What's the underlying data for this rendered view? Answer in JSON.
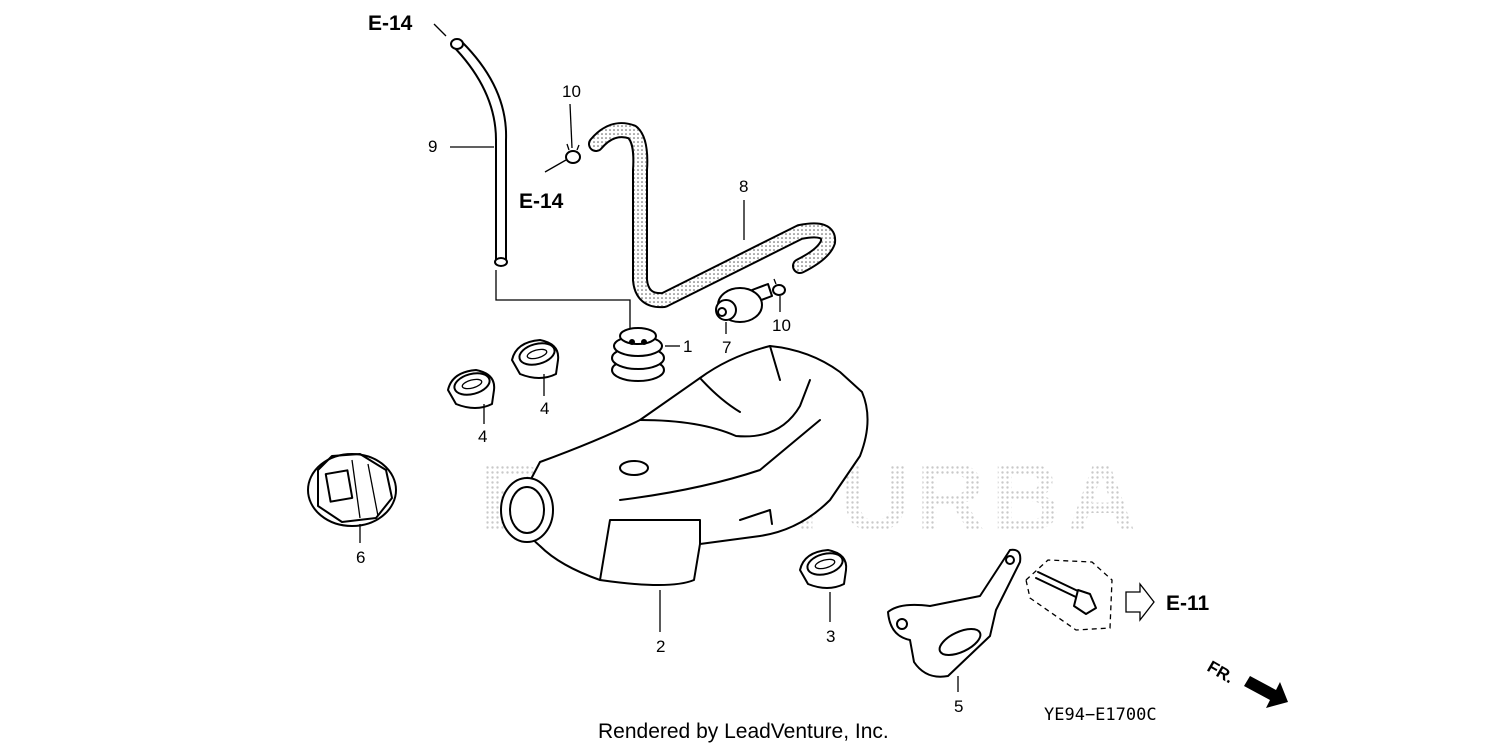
{
  "watermark": "BOSSTURBA",
  "references": {
    "top": "E-14",
    "mid": "E-14",
    "right": "E-11"
  },
  "callouts": [
    "1",
    "2",
    "3",
    "4",
    "4",
    "5",
    "6",
    "7",
    "8",
    "9",
    "10",
    "10"
  ],
  "direction_label": "FR.",
  "credit": "Rendered by LeadVenture, Inc.",
  "diagram_code": "YE94−E1700C"
}
